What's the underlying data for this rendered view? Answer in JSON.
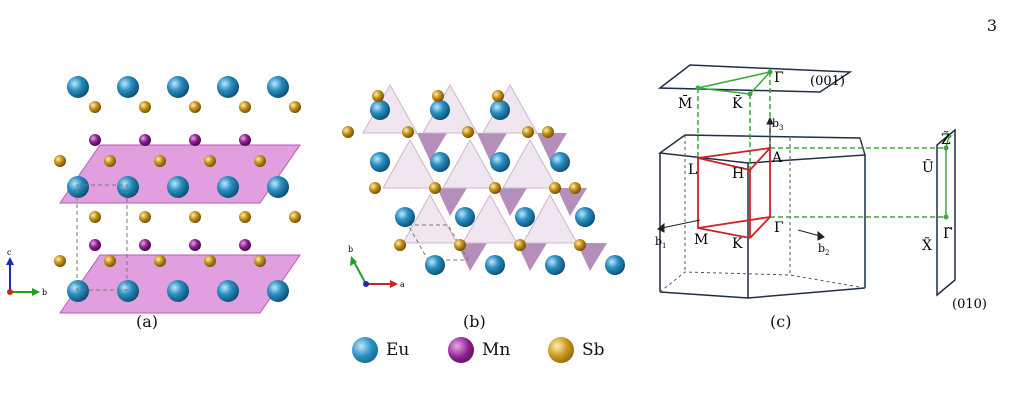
{
  "page_number": "3",
  "captions": {
    "a": "(a)",
    "b": "(b)",
    "c": "(c)"
  },
  "legend": [
    {
      "label": "Eu",
      "color": "#2a8fc0"
    },
    {
      "label": "Mn",
      "color": "#8a1e8f"
    },
    {
      "label": "Sb",
      "color": "#c9941a"
    }
  ],
  "axes_a": {
    "up": "c",
    "right": "b"
  },
  "axes_b": {
    "up": "b",
    "right": "a"
  },
  "bz": {
    "plane_top": "(001)",
    "plane_side": "(010)",
    "surface_top_labels": {
      "M": "M̄",
      "K": "K̄",
      "G": "Γ̄"
    },
    "surface_side_labels": {
      "Z": "Z̃",
      "U": "Ũ",
      "G": "Γ̃",
      "X": "X̃"
    },
    "points": {
      "A": "A",
      "L": "L",
      "H": "H",
      "M": "M",
      "K": "K",
      "G": "Γ"
    },
    "recip": {
      "b1": "b",
      "b2": "b",
      "b3": "b",
      "s1": "1",
      "s2": "2",
      "s3": "3"
    }
  },
  "colors": {
    "eu": "#2a8fc0",
    "mn": "#8a1e8f",
    "sb": "#c9941a",
    "layer": "#d77fd4",
    "path": "#d0202a",
    "projection": "#3aa83a"
  }
}
